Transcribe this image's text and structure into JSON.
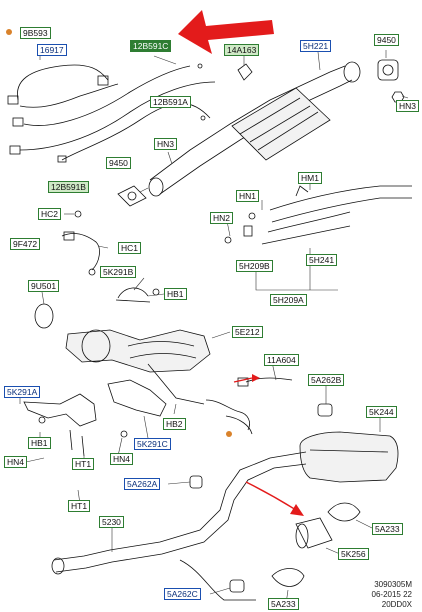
{
  "callouts": {
    "c9B593": "9B593",
    "c12B591C": "12B591C",
    "c14A163": "14A163",
    "c5H221": "5H221",
    "c9450a": "9450",
    "c16917": "16917",
    "c12B591A": "12B591A",
    "cHN3a": "HN3",
    "cHN3b": "HN3",
    "c9450b": "9450",
    "c12B591B": "12B591B",
    "cHM1": "HM1",
    "cHN1": "HN1",
    "cHC2": "HC2",
    "cHN2": "HN2",
    "c9F472": "9F472",
    "cHC1": "HC1",
    "c5H241": "5H241",
    "c5H209B": "5H209B",
    "c5K291B": "5K291B",
    "c9U501": "9U501",
    "cHB1a": "HB1",
    "c5H209A": "5H209A",
    "c5E212": "5E212",
    "c11A604": "11A604",
    "c5K291A": "5K291A",
    "c5A262B": "5A262B",
    "cHB1b": "HB1",
    "c5K244": "5K244",
    "cHB2": "HB2",
    "c5K291C": "5K291C",
    "cHN4a": "HN4",
    "cHT1a": "HT1",
    "cHN4b": "HN4",
    "c5A262A": "5A262A",
    "cHT1b": "HT1",
    "c5230": "5230",
    "c5A233a": "5A233",
    "c5K256": "5K256",
    "c5A262C": "5A262C",
    "c5A233b": "5A233"
  },
  "footer": {
    "line1": "3090305M",
    "line2": "06-2015 22",
    "line3": "20DD0X"
  },
  "colors": {
    "callout_border_green": "#2e7d32",
    "callout_border_blue": "#1a4fb0",
    "callout_fill_green": "#cfe9c6",
    "highlight_callout_fill": "#2e7d32",
    "pointer_arrow": "#e31b1b",
    "orange_dot": "#d9822b"
  }
}
